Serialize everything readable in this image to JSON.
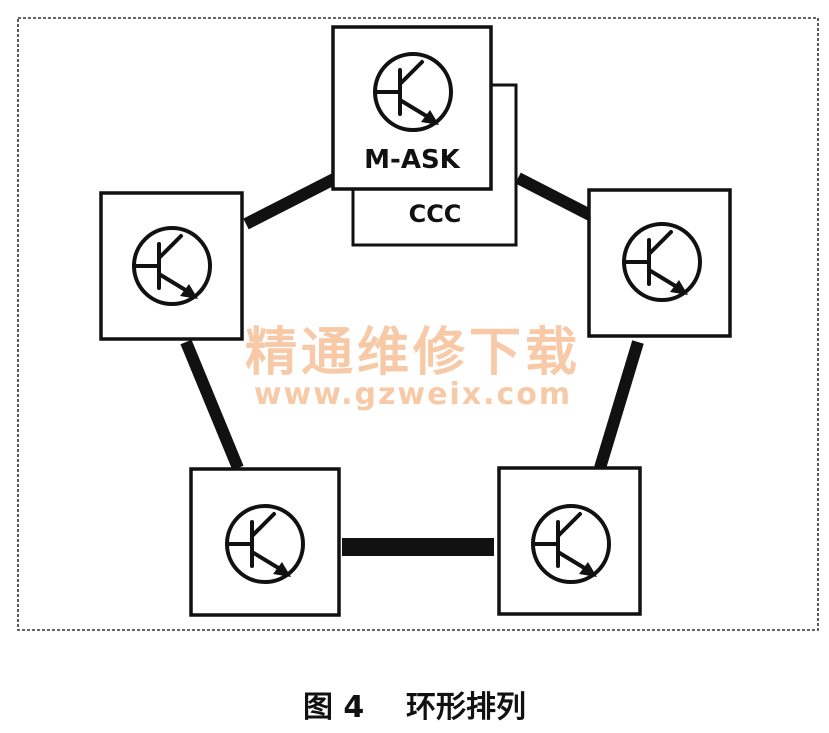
{
  "diagram": {
    "nodes": [
      {
        "label": "M-ASK",
        "sublabel": "CCC",
        "symbol": "transistor-icon"
      },
      {
        "label": "",
        "symbol": "transistor-icon"
      },
      {
        "label": "",
        "symbol": "transistor-icon"
      },
      {
        "label": "",
        "symbol": "transistor-icon"
      },
      {
        "label": "",
        "symbol": "transistor-icon"
      }
    ],
    "topology": "ring",
    "watermark": {
      "text": "精通维修下载",
      "url": "www.gzweix.com",
      "color": "#f08a3c"
    }
  },
  "caption": {
    "number": "图 4",
    "title": "环形排列"
  }
}
